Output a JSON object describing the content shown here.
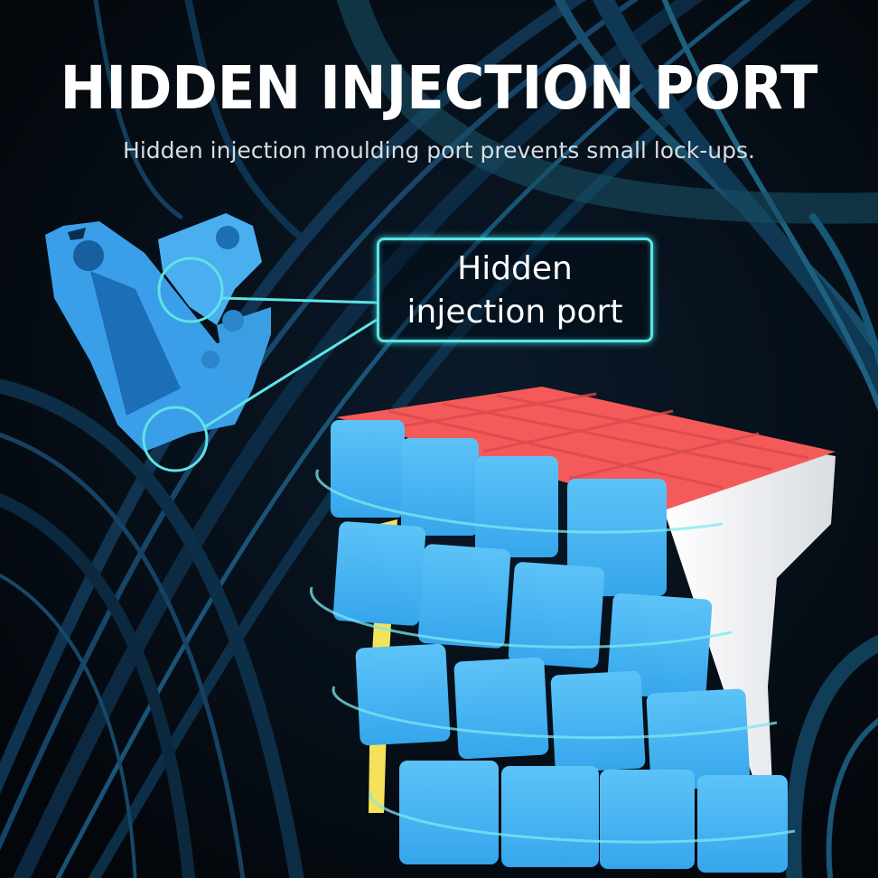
{
  "header": {
    "title": "HIDDEN INJECTION PORT",
    "subtitle": "Hidden injection moulding port prevents small lock-ups."
  },
  "callout": {
    "line1": "Hidden",
    "line2": "injection port"
  },
  "illustration": {
    "part": "cube-piece-icon",
    "product": "4x4-speed-cube",
    "colors": {
      "face_front": "#3aaeee",
      "face_top": "#f55a5a",
      "face_side": "#eeeeee",
      "face_left": "#f3e25a",
      "accent_line": "#5fe3e6",
      "background": "#05080d"
    }
  }
}
